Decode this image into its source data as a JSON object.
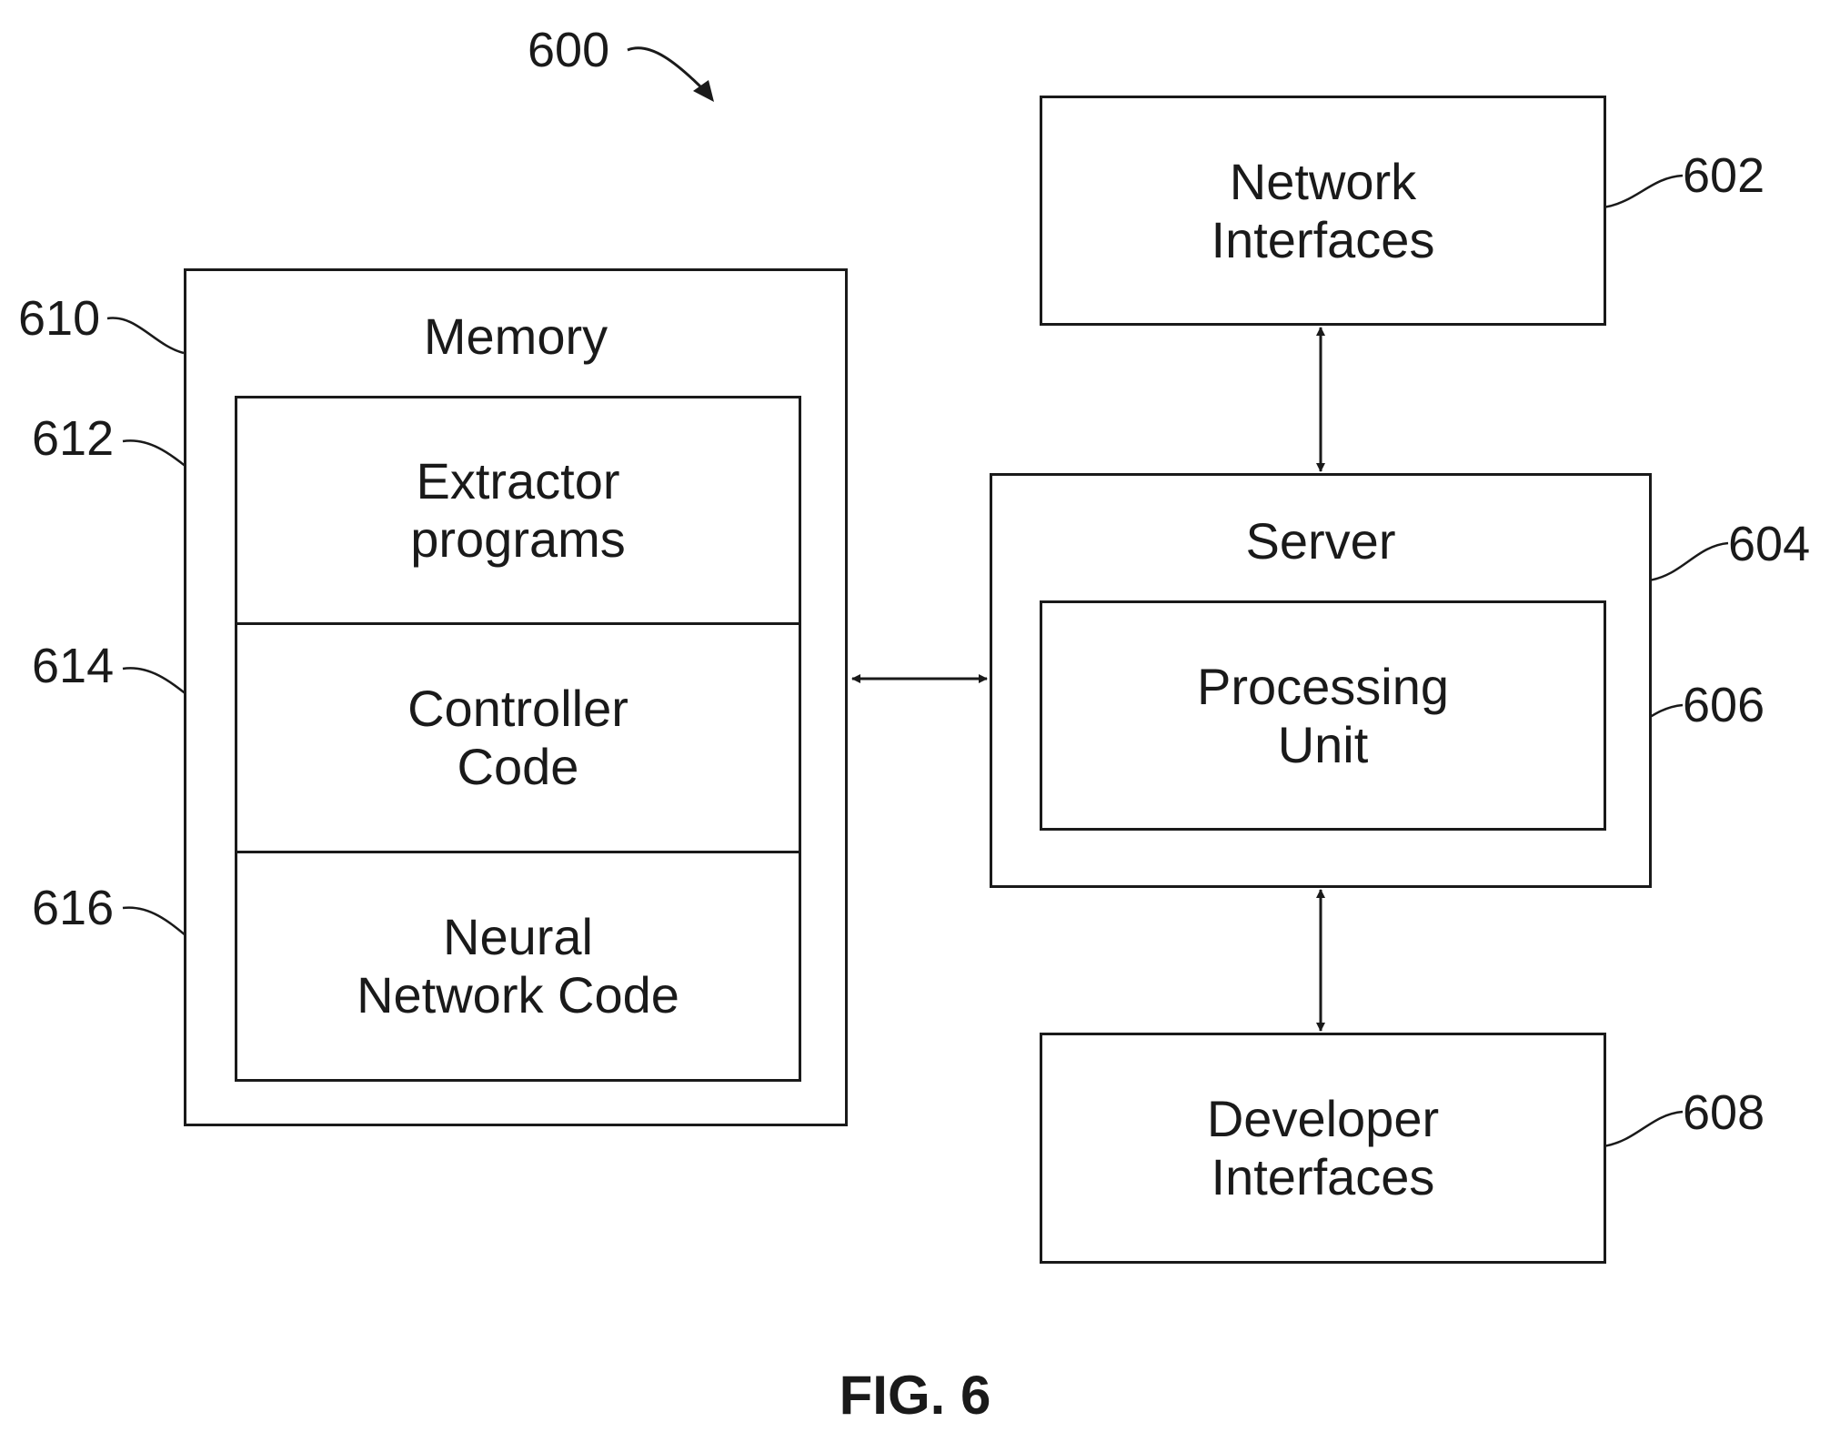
{
  "figure": {
    "ref": "600",
    "caption": "FIG. 6"
  },
  "memory": {
    "ref": "610",
    "title": "Memory",
    "modules": [
      {
        "ref": "612",
        "label": "Extractor\nprograms"
      },
      {
        "ref": "614",
        "label": "Controller\nCode"
      },
      {
        "ref": "616",
        "label": "Neural\nNetwork Code"
      }
    ]
  },
  "network_interfaces": {
    "ref": "602",
    "label": "Network\nInterfaces"
  },
  "server": {
    "ref": "604",
    "title": "Server",
    "processing_unit": {
      "ref": "606",
      "label": "Processing\nUnit"
    }
  },
  "developer_interfaces": {
    "ref": "608",
    "label": "Developer\nInterfaces"
  },
  "connections": [
    {
      "from": "memory",
      "to": "server",
      "type": "bidirectional"
    },
    {
      "from": "network_interfaces",
      "to": "server",
      "type": "bidirectional"
    },
    {
      "from": "server",
      "to": "developer_interfaces",
      "type": "bidirectional"
    }
  ]
}
